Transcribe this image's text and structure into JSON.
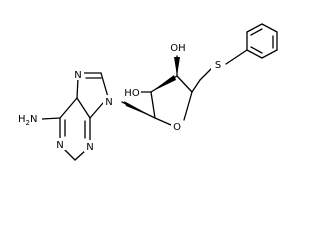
{
  "molecule": {
    "atom_labels": {
      "amine": "H2N",
      "amine_base": "H",
      "amine_sub": "2",
      "amine_n": "N",
      "n1": "N",
      "n3": "N",
      "n7": "N",
      "n9": "N",
      "ring_oxygen": "O",
      "hydroxyl_2": "HO",
      "hydroxyl_3": "OH",
      "sulfur": "S"
    },
    "colors": {
      "bond": "#000000",
      "text": "#000000",
      "background": "#ffffff"
    }
  }
}
